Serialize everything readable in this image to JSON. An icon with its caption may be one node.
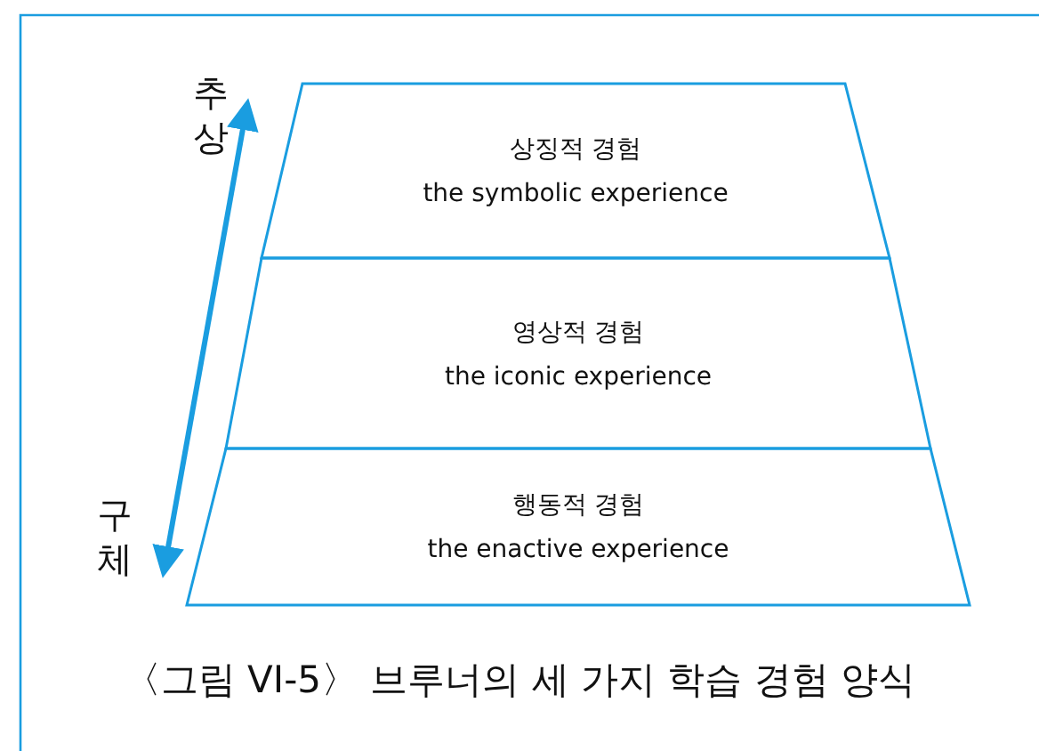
{
  "diagram": {
    "caption": "〈그림 VI-5〉 브루너의 세 가지 학습 경험 양식",
    "nodes": [
      {
        "text": [
          "상징적 경험",
          "the symbolic experience"
        ]
      },
      {
        "text": [
          "영상적 경험",
          "the iconic experience"
        ]
      },
      {
        "text": [
          "행동적 경험",
          "the enactive experience"
        ]
      }
    ],
    "edges": [],
    "labels": [
      "추상",
      "구체"
    ]
  }
}
